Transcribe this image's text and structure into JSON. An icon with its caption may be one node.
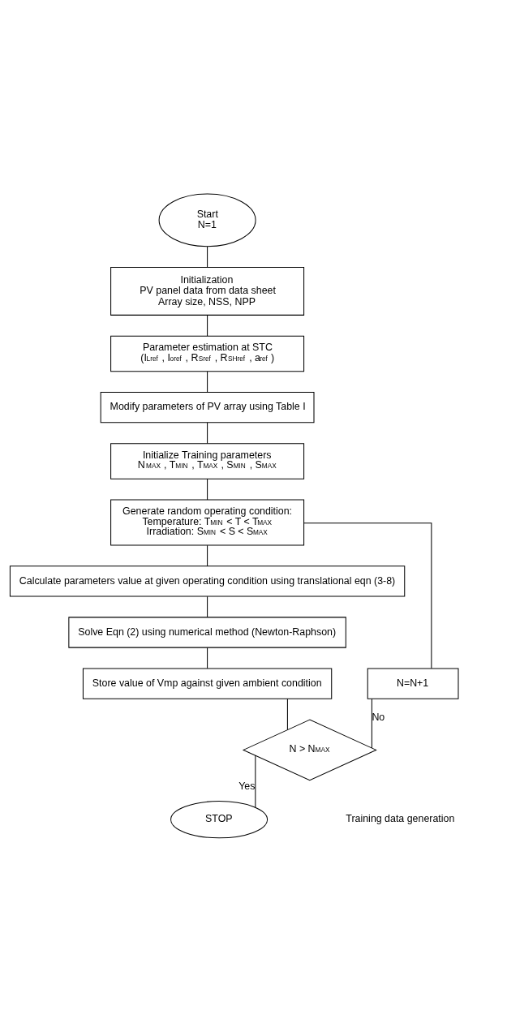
{
  "diagram": {
    "nodes": [
      {
        "text": [
          "Start",
          "N=1"
        ]
      },
      {
        "text": [
          "Initialization",
          "PV panel data from data sheet",
          "Array size, NSS, NPP"
        ]
      },
      {
        "text": [
          "Parameter estimation at STC",
          "(I$_{Lref}$ , I$_{oref}$ , R$_{Sref}$ , R$_{SHref}$ , a$_{ref}$ )"
        ]
      },
      {
        "text": [
          "Modify parameters of PV array using Table I"
        ]
      },
      {
        "text": [
          "Initialize Training parameters",
          "N$_{MAX}$ , T$_{MIN}$ , T$_{MAX}$ , S$_{MIN}$ , S$_{MAX}$"
        ]
      },
      {
        "text": [
          "Generate random operating condition:",
          "Temperature: T$_{MIN}$ < T < T$_{MAX}$",
          "Irradiation: S$_{MIN}$ < S < S$_{MAX}$"
        ]
      },
      {
        "text": [
          "Calculate parameters value at given operating condition using translational eqn (3-8)"
        ]
      },
      {
        "text": [
          "Solve Eqn (2) using numerical method (Newton-Raphson)"
        ]
      },
      {
        "text": [
          "Store value of Vmp against given ambient condition"
        ]
      },
      {
        "text": [
          "N > N$_{MAX}$"
        ]
      },
      {
        "text": [
          "STOP"
        ]
      },
      {
        "text": [
          "N=N+1"
        ]
      }
    ],
    "edges": [
      {
        "from": 0,
        "to": 1,
        "arrow": "none"
      },
      {
        "from": 1,
        "to": 2,
        "arrow": "none"
      },
      {
        "from": 2,
        "to": 3,
        "arrow": "none"
      },
      {
        "from": 3,
        "to": 4,
        "arrow": "none"
      },
      {
        "from": 4,
        "to": 5,
        "arrow": "none"
      },
      {
        "from": 5,
        "to": 6,
        "arrow": "none"
      },
      {
        "from": 6,
        "to": 7,
        "arrow": "none"
      },
      {
        "from": 7,
        "to": 8,
        "arrow": "none"
      },
      {
        "from": 8,
        "to": 9,
        "arrow": "none"
      },
      {
        "from": 9,
        "to": 10,
        "label": "Yes",
        "arrow": "none"
      },
      {
        "from": 9,
        "to": 11,
        "label": "No",
        "arrow": "none"
      },
      {
        "from": 11,
        "to": 5,
        "arrow": "none"
      }
    ],
    "labels": [
      "Training data generation"
    ]
  }
}
